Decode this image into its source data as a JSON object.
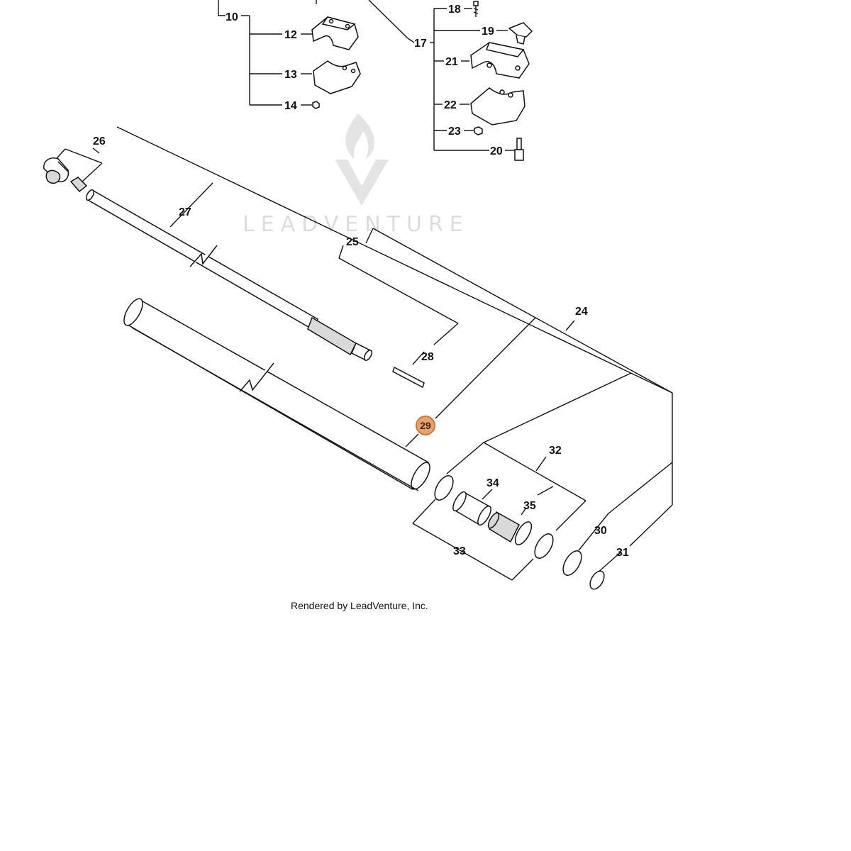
{
  "diagram": {
    "watermark": "LEADVENTURE",
    "footer": "Rendered by LeadVenture, Inc.",
    "highlighted_callout": "29",
    "colors": {
      "highlight_fill": "#e8a36a",
      "highlight_stroke": "#c97b3c",
      "line": "#111111",
      "watermark": "#dcdcdc"
    },
    "callouts": {
      "c10": "10",
      "c12": "12",
      "c13": "13",
      "c14": "14",
      "c17": "17",
      "c18": "18",
      "c19": "19",
      "c20": "20",
      "c21": "21",
      "c22": "22",
      "c23": "23",
      "c24": "24",
      "c25": "25",
      "c26": "26",
      "c27": "27",
      "c28": "28",
      "c30": "30",
      "c31": "31",
      "c32": "32",
      "c33": "33",
      "c34": "34",
      "c35": "35"
    }
  }
}
